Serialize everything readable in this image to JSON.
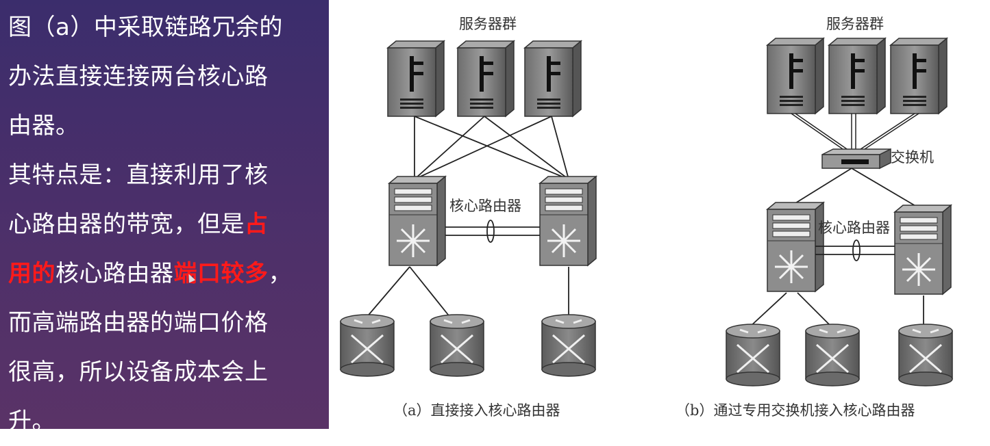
{
  "left_text": {
    "l1": "图（a）中采取链路冗余的",
    "l2": "办法直接连接两台核心路",
    "l3": "由器。",
    "l4": "其特点是：直接利用了核",
    "l5_a": "心路由器的带宽，但是",
    "l5_b": "占",
    "l6_a": "用的",
    "l6_b": "核心路由器",
    "l6_c": "端口较多",
    "l6_d": "，",
    "l7": "而高端路由器的端口价格",
    "l8": "很高，所以设备成本会上",
    "l9": "升。"
  },
  "diagram_a": {
    "server_label": "服务器群",
    "core_label": "核心路由器",
    "caption": "（a）直接接入核心路由器"
  },
  "diagram_b": {
    "server_label": "服务器群",
    "switch_label": "交换机",
    "core_label": "核心路由器",
    "caption": "（b）通过专用交换机接入核心路由器"
  },
  "colors": {
    "highlight": "#ff1a1a",
    "panel_bg": "#3b2d6c"
  }
}
